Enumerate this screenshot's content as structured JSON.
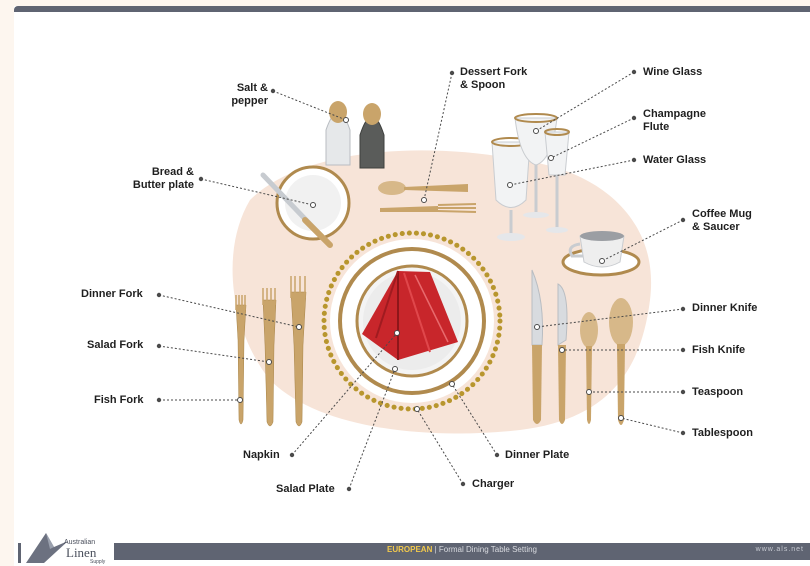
{
  "labels": {
    "salt_pepper": "Salt &\npepper",
    "dessert_fork_spoon": "Dessert Fork\n& Spoon",
    "wine_glass": "Wine Glass",
    "champagne_flute": "Champagne\nFlute",
    "water_glass": "Water Glass",
    "bread_butter_plate": "Bread &\nButter plate",
    "coffee_mug_saucer": "Coffee Mug\n& Saucer",
    "dinner_fork": "Dinner Fork",
    "salad_fork": "Salad Fork",
    "fish_fork": "Fish Fork",
    "dinner_knife": "Dinner Knife",
    "fish_knife": "Fish Knife",
    "teaspoon": "Teaspoon",
    "tablespoon": "Tablespoon",
    "napkin": "Napkin",
    "dinner_plate": "Dinner Plate",
    "salad_plate": "Salad Plate",
    "charger": "Charger"
  },
  "footer": {
    "title_bold": "EUROPEAN",
    "title_rest": " | Formal Dining Table Setting",
    "site": "www.als.net"
  },
  "logo": {
    "line1": "Australian",
    "line2": "Linen",
    "line3": "Supply"
  },
  "colors": {
    "gold": "#b08a4e",
    "dots": "#b8962e",
    "napkin": "#c8262b",
    "bar": "#5f6472"
  }
}
